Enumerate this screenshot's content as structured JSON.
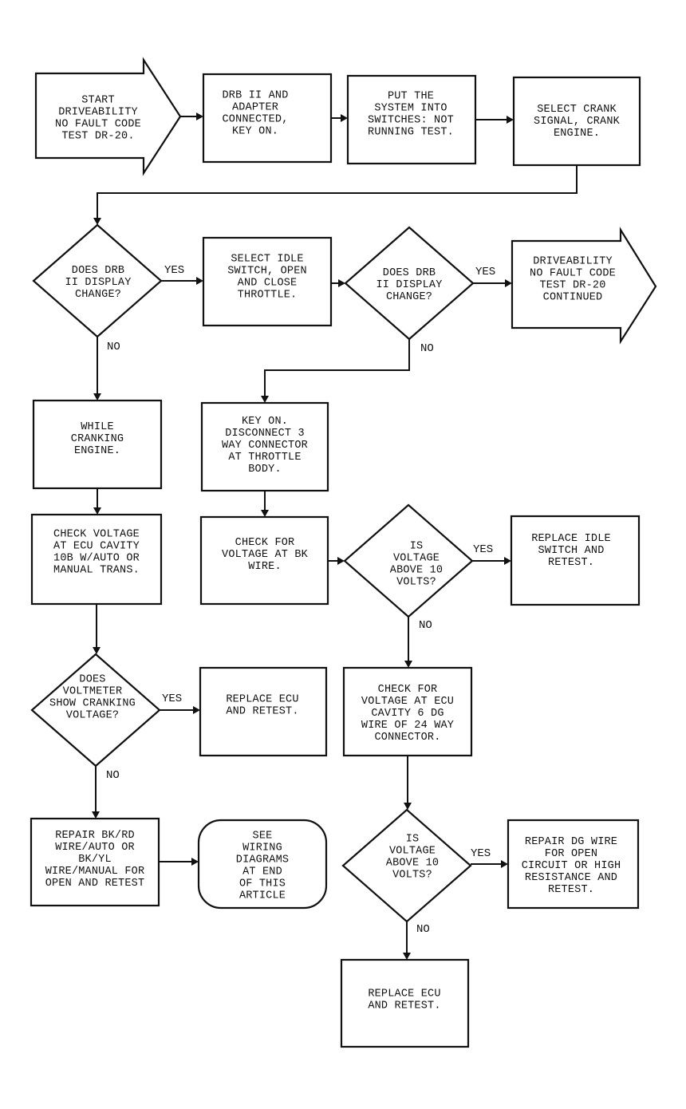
{
  "nodes": {
    "start_arrow": [
      "START",
      "DRIVEABILITY",
      "NO FAULT CODE",
      "TEST DR-20."
    ],
    "drb_connected": [
      "DRB II AND",
      "ADAPTER",
      "CONNECTED,",
      "KEY ON."
    ],
    "put_system": [
      "PUT THE",
      "SYSTEM INTO",
      "SWITCHES: NOT",
      "RUNNING TEST."
    ],
    "select_crank": [
      "SELECT CRANK",
      "SIGNAL, CRANK",
      "ENGINE."
    ],
    "does_drb_change_1": [
      "DOES DRB",
      "II DISPLAY",
      "CHANGE?"
    ],
    "select_idle": [
      "SELECT IDLE",
      "SWITCH, OPEN",
      "AND CLOSE",
      "THROTTLE."
    ],
    "does_drb_change_2": [
      "DOES DRB",
      "II DISPLAY",
      "CHANGE?"
    ],
    "continued_arrow": [
      "DRIVEABILITY",
      "NO FAULT CODE",
      "TEST DR-20",
      "CONTINUED"
    ],
    "while_cranking": [
      "WHILE",
      "CRANKING",
      "ENGINE."
    ],
    "key_on_disconnect": [
      "KEY ON.",
      "DISCONNECT 3",
      "WAY CONNECTOR",
      "AT THROTTLE",
      "BODY."
    ],
    "check_voltage_ecu": [
      "CHECK VOLTAGE",
      "AT ECU CAVITY",
      "10B W/AUTO OR",
      "MANUAL TRANS."
    ],
    "check_voltage_bk": [
      "CHECK FOR",
      "VOLTAGE AT BK",
      "WIRE."
    ],
    "is_voltage_1": [
      "IS",
      "VOLTAGE",
      "ABOVE 10",
      "VOLTS?"
    ],
    "replace_idle": [
      "REPLACE IDLE",
      "SWITCH AND",
      "RETEST."
    ],
    "does_voltmeter": [
      "DOES",
      "VOLTMETER",
      "SHOW CRANKING",
      "VOLTAGE?"
    ],
    "replace_ecu_1": [
      "REPLACE ECU",
      "AND RETEST."
    ],
    "check_voltage_dg": [
      "CHECK FOR",
      "VOLTAGE AT ECU",
      "CAVITY 6 DG",
      "WIRE OF 24 WAY",
      "CONNECTOR."
    ],
    "repair_bk": [
      "REPAIR BK/RD",
      "WIRE/AUTO OR",
      "BK/YL",
      "WIRE/MANUAL FOR",
      "OPEN AND RETEST"
    ],
    "see_wiring": [
      "SEE",
      "WIRING",
      "DIAGRAMS",
      "AT END",
      "OF THIS",
      "ARTICLE"
    ],
    "is_voltage_2": [
      "IS",
      "VOLTAGE",
      "ABOVE 10",
      "VOLTS?"
    ],
    "repair_dg": [
      "REPAIR DG WIRE",
      "FOR OPEN",
      "CIRCUIT OR HIGH",
      "RESISTANCE AND",
      "RETEST."
    ],
    "replace_ecu_2": [
      "REPLACE ECU",
      "AND RETEST."
    ]
  },
  "edge_labels": {
    "yes_1": "YES",
    "no_1": "NO",
    "yes_2": "YES",
    "no_2": "NO",
    "yes_3": "YES",
    "no_3": "NO",
    "yes_4": "YES",
    "no_4": "NO",
    "yes_5": "YES",
    "no_5": "NO"
  }
}
